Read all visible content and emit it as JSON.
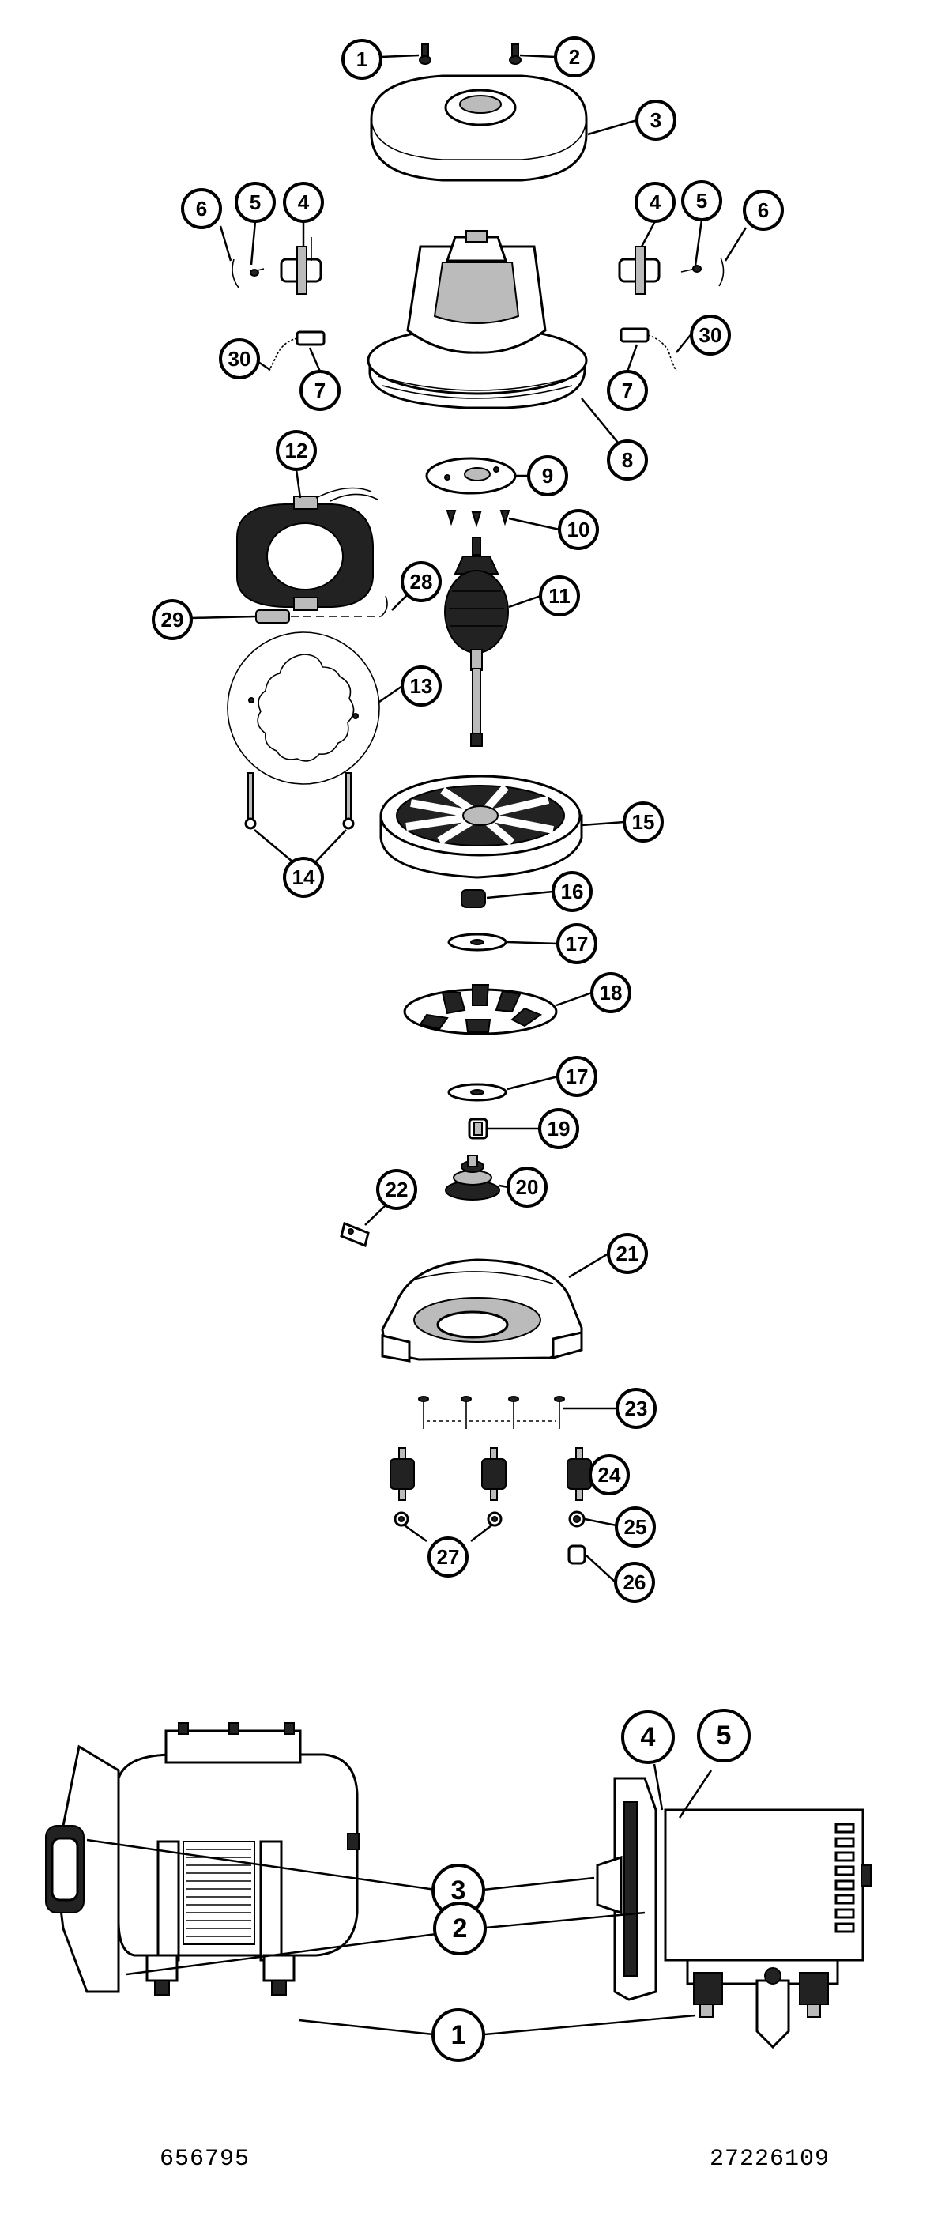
{
  "figure": {
    "left_code": "656795",
    "right_code": "27226109"
  },
  "exploded_view": {
    "callouts": [
      "1",
      "2",
      "3",
      "4",
      "5",
      "6",
      "4",
      "5",
      "6",
      "30",
      "7",
      "30",
      "7",
      "8",
      "9",
      "10",
      "12",
      "11",
      "28",
      "29",
      "13",
      "15",
      "14",
      "16",
      "17",
      "18",
      "17",
      "19",
      "20",
      "22",
      "21",
      "23",
      "24",
      "25",
      "27",
      "26"
    ]
  },
  "installation_view": {
    "callouts": [
      "4",
      "5",
      "3",
      "2",
      "1"
    ]
  }
}
